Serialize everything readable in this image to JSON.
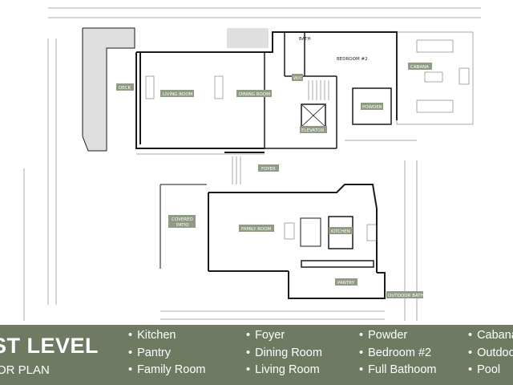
{
  "rooms": {
    "bath": "BATH",
    "bedroom2": "BEDROOM #2",
    "cabana": "CABANA",
    "deck": "DECK",
    "living": "LIVING ROOM",
    "dining": "DINING ROOM",
    "wic": "W/C",
    "powder": "POWDER",
    "elevator": "ELEVATOR",
    "foyer": "FOYER",
    "covered_patio_1": "COVERED",
    "covered_patio_2": "PATIO",
    "family": "FAMILY ROOM",
    "kitchen": "KITCHEN",
    "pantry": "PANTRY",
    "outdoor_bath": "OUTDOOR BATH"
  },
  "footer": {
    "title": "ST LEVEL",
    "subtitle": "OR PLAN",
    "columns": [
      [
        "Kitchen",
        "Pantry",
        "Family Room"
      ],
      [
        "Foyer",
        "Dining Room",
        "Living Room"
      ],
      [
        "Powder",
        "Bedroom #2",
        "Full Bathoom"
      ],
      [
        "Cabana",
        "Outdoor",
        "Pool"
      ]
    ]
  },
  "colors": {
    "footer_bg": "#6e7a62",
    "label_box": "#8f9c83"
  }
}
